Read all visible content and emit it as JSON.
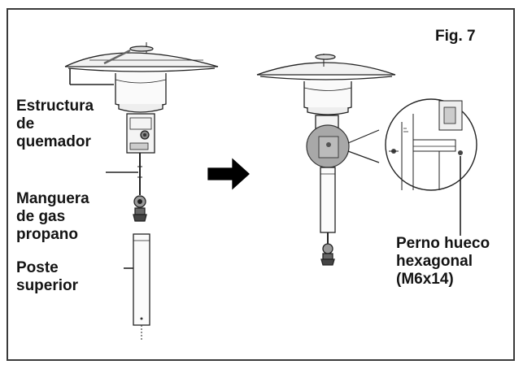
{
  "figure": {
    "number": "Fig. 7"
  },
  "labels": {
    "burner": [
      "Estructura",
      "de",
      "quemador"
    ],
    "hose": [
      "Manguera",
      "de gas",
      "propano"
    ],
    "post": [
      "Poste",
      "superior"
    ],
    "bolt": [
      "Perno hueco",
      "hexagonal",
      "(M6x14)"
    ]
  }
}
